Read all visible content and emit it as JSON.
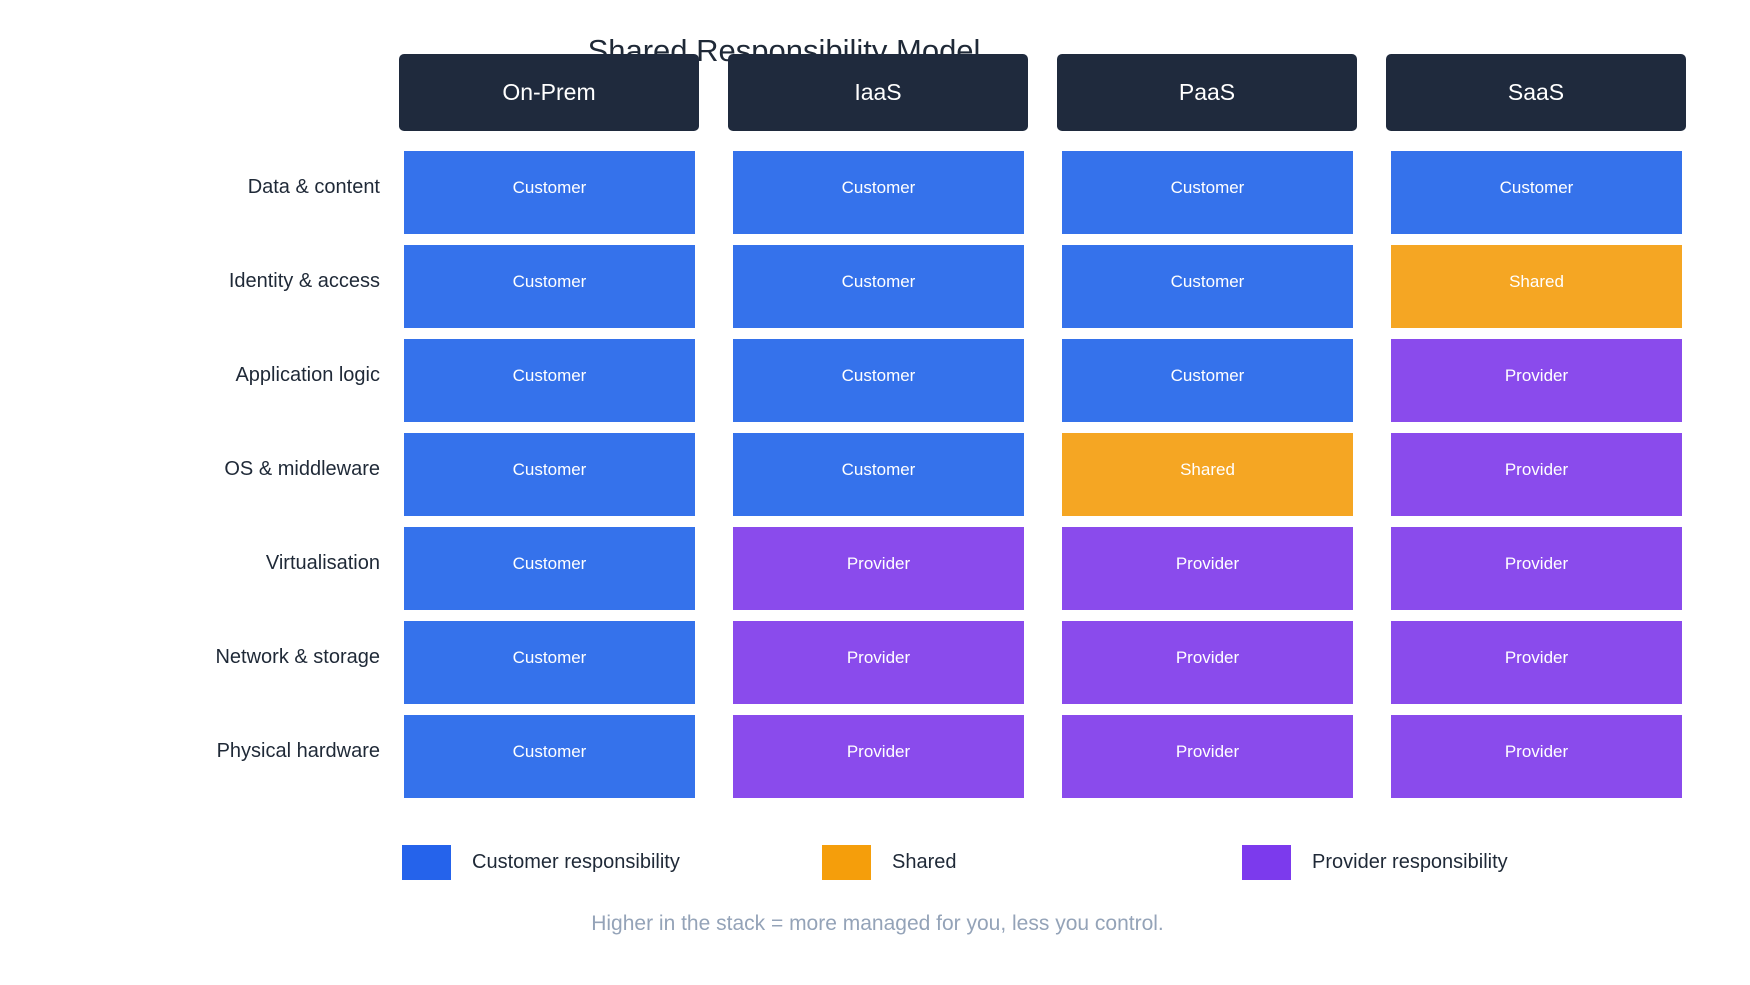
{
  "title": "Shared Responsibility Model",
  "columns": [
    "On-Prem",
    "IaaS",
    "PaaS",
    "SaaS"
  ],
  "rows": [
    "Data & content",
    "Identity & access",
    "Application logic",
    "OS & middleware",
    "Virtualisation",
    "Network & storage",
    "Physical hardware"
  ],
  "cells": [
    [
      "Customer",
      "Customer",
      "Customer",
      "Customer"
    ],
    [
      "Customer",
      "Customer",
      "Customer",
      "Shared"
    ],
    [
      "Customer",
      "Customer",
      "Customer",
      "Provider"
    ],
    [
      "Customer",
      "Customer",
      "Shared",
      "Provider"
    ],
    [
      "Customer",
      "Provider",
      "Provider",
      "Provider"
    ],
    [
      "Customer",
      "Provider",
      "Provider",
      "Provider"
    ],
    [
      "Customer",
      "Provider",
      "Provider",
      "Provider"
    ]
  ],
  "cell_colors": {
    "Customer": "#3572eb",
    "Shared": "#f5a623",
    "Provider": "#8a4bec"
  },
  "legend": [
    {
      "label": "Customer responsibility",
      "color": "#2563eb"
    },
    {
      "label": "Shared",
      "color": "#f59e0b"
    },
    {
      "label": "Provider responsibility",
      "color": "#7c3aed"
    }
  ],
  "footnote": "Higher in the stack = more managed for you, less you control."
}
